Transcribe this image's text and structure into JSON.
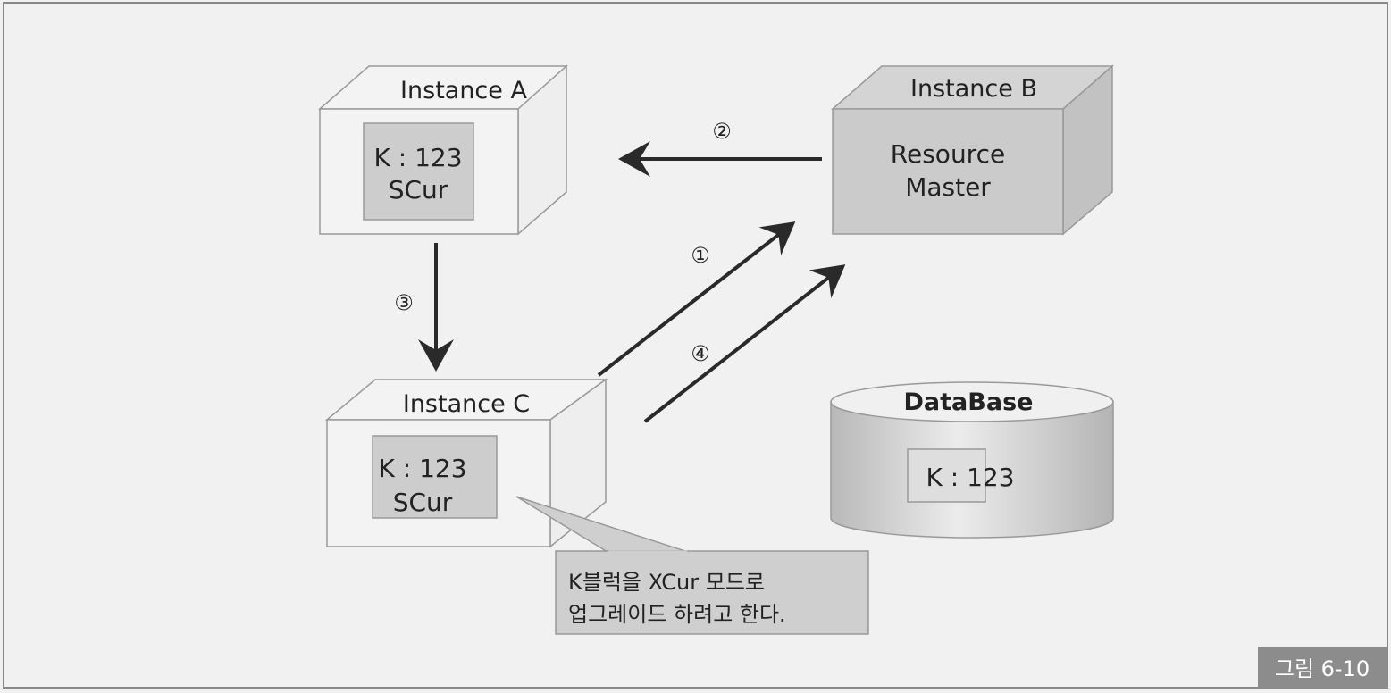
{
  "instance_a": {
    "title": "Instance A",
    "line1": "K : 123",
    "line2": "SCur"
  },
  "instance_b": {
    "title": "Instance B",
    "line1": "Resource",
    "line2": "Master"
  },
  "instance_c": {
    "title": "Instance C",
    "line1": "K : 123",
    "line2": "SCur"
  },
  "database": {
    "title": "DataBase",
    "value": "K : 123"
  },
  "steps": {
    "s1": "①",
    "s2": "②",
    "s3": "③",
    "s4": "④"
  },
  "callout": {
    "line1": "K블럭을 XCur 모드로",
    "line2": "업그레이드 하려고 한다."
  },
  "figure_label": "그림 6-10",
  "colors": {
    "background": "#f1f1f1",
    "box_dark": "#c9c9c9",
    "arrow": "#2a2a2a",
    "label_bg": "#8c8c8c"
  }
}
